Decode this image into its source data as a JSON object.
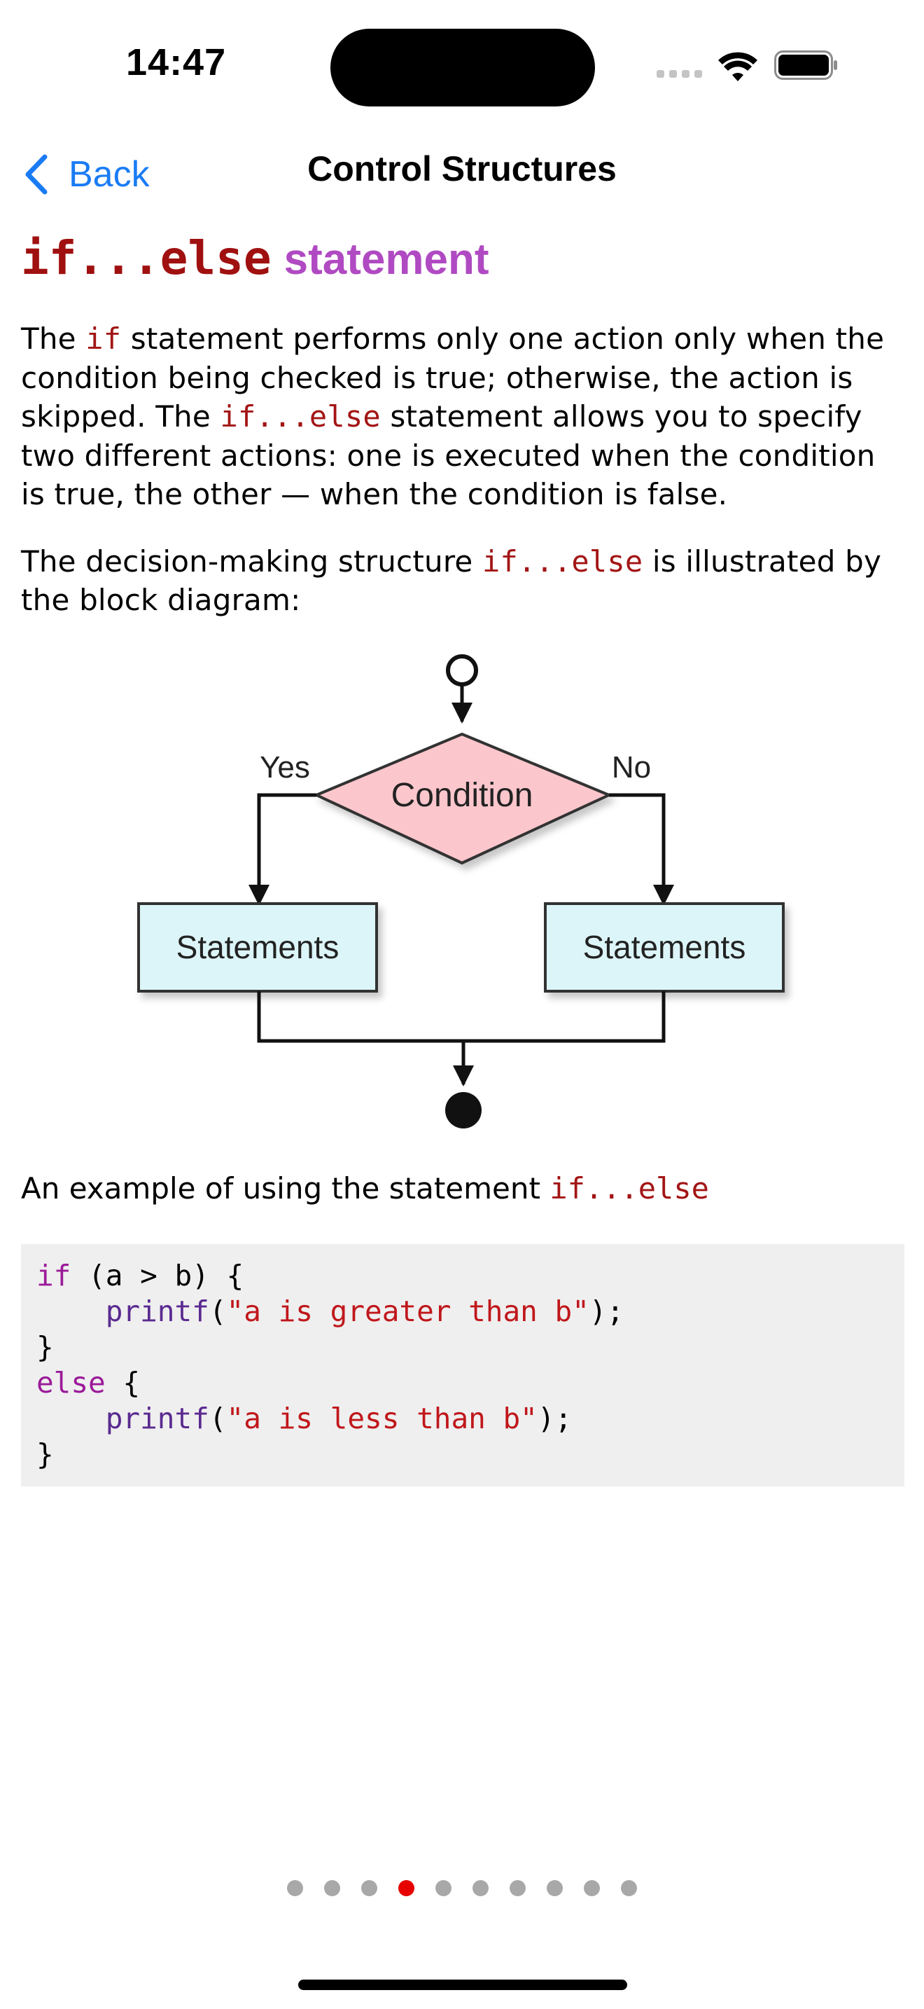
{
  "status_bar": {
    "time": "14:47"
  },
  "nav": {
    "back_label": "Back",
    "title": "Control Structures",
    "accent_color": "#1a7cf5"
  },
  "heading": {
    "code": "if...else",
    "word": "statement"
  },
  "para1": {
    "t1": "The ",
    "c1": "if",
    "t2": " statement performs only one action only when the condition being checked is true; otherwise, the action is skipped. The ",
    "c2": "if...else",
    "t3": " statement allows you to specify two different actions: one is executed when the condition is true, the other — when the condition is false."
  },
  "para2": {
    "t1": "The decision-making structure ",
    "c1": "if...else",
    "t2": " is illustrated by the block diagram:"
  },
  "flowchart": {
    "condition": "Condition",
    "yes": "Yes",
    "no": "No",
    "left_box": "Statements",
    "right_box": "Statements"
  },
  "para3": {
    "t1": "An example of using the statement ",
    "c1": "if...else"
  },
  "code": {
    "l1_kw": "if",
    "l1_rest": " (a > b) {",
    "l2_indent": "    ",
    "l2_fn": "printf",
    "l2_open": "(",
    "l2_str": "\"a is greater than b\"",
    "l2_close": ");",
    "l3": "}",
    "l4_kw": "else",
    "l4_rest": " {",
    "l5_indent": "    ",
    "l5_fn": "printf",
    "l5_open": "(",
    "l5_str": "\"a is less than b\"",
    "l5_close": ");",
    "l6": "}"
  },
  "pager": {
    "total": 10,
    "active_index": 3,
    "active_color": "#e60000"
  }
}
